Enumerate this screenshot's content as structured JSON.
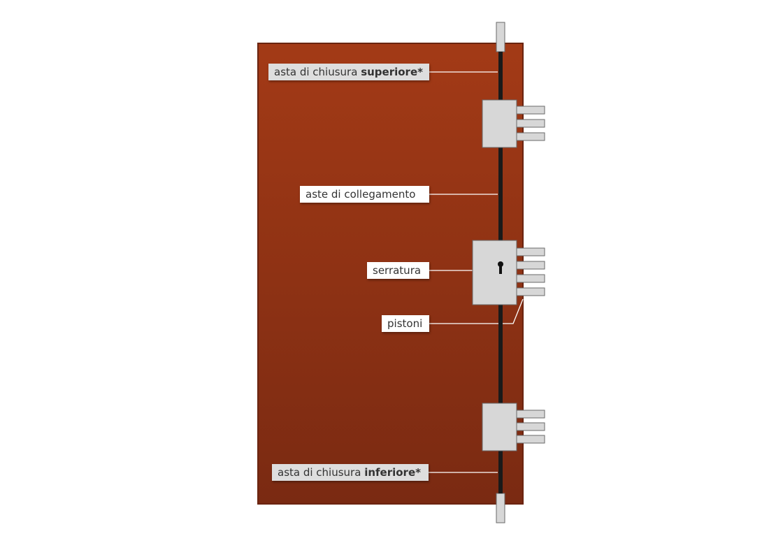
{
  "colors": {
    "door_top": "#a33a16",
    "door_bottom": "#7a2a12",
    "door_border": "#6a2410",
    "metal": "#d7d7d7",
    "metal_border": "#6a6a6a",
    "rod": "#1a1a1a",
    "label_grey": "#dedede",
    "label_white": "#ffffff"
  },
  "labels": {
    "top_rod": {
      "prefix": "asta di chiusura ",
      "bold": "superiore*"
    },
    "connecting_rods": "aste di collegamento",
    "lock": "serratura",
    "pistons": "pistoni",
    "bottom_rod": {
      "prefix": "asta di chiusura ",
      "bold": "inferiore*"
    }
  },
  "icons": {
    "keyhole": "keyhole-icon"
  }
}
